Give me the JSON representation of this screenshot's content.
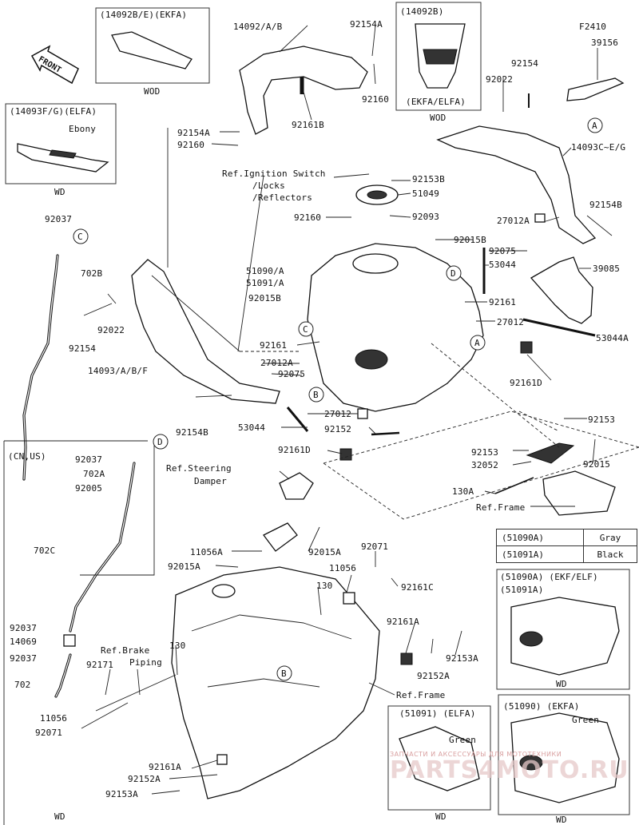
{
  "labels": {
    "kit_14092BE": "(14092B/E)(EKFA)",
    "wod_1": "WOD",
    "p_14092AB": "14092/A/B",
    "p_92154A_top": "92154A",
    "kit_14092B": "(14092B)",
    "kit_14092B_sub": "(EKFA/ELFA)",
    "wod_2": "WOD",
    "p_F2410": "F2410",
    "p_39156": "39156",
    "p_92160_top": "92160",
    "p_92154_tr": "92154",
    "p_92022_tr": "92022",
    "kit_14093FG": "(14093F/G)(ELFA)",
    "ebony": "Ebony",
    "wd_1": "WD",
    "p_92161B": "92161B",
    "p_92154A_l": "92154A",
    "p_92160_l": "92160",
    "p_14093CEG": "14093C~E/G",
    "ref_ign": "Ref.Ignition Switch",
    "ref_locks": "/Locks",
    "ref_refl": "/Reflectors",
    "p_92153B": "92153B",
    "p_51049": "51049",
    "p_92160_c": "92160",
    "p_92093": "92093",
    "p_27012A_r": "27012A",
    "p_92154B_r": "92154B",
    "p_92037_l": "92037",
    "p_92015B_r": "92015B",
    "p_92075_r": "92075",
    "p_53044_r": "53044",
    "p_39085": "39085",
    "p_51090A": "51090/A",
    "p_51091A": "51091/A",
    "p_702B": "702B",
    "p_92015B_l": "92015B",
    "p_92161_r": "92161",
    "p_27012_r": "27012",
    "p_53044A": "53044A",
    "p_92022_l": "92022",
    "p_92154_l": "92154",
    "p_92161_c": "92161",
    "p_27012A_c": "27012A",
    "p_14093ABF": "14093/A/B/F",
    "p_92075_c": "92075",
    "p_92161D_r": "92161D",
    "p_92154B_l": "92154B",
    "p_27012_c": "27012",
    "p_53044_c": "53044",
    "p_92152": "92152",
    "p_92153_r1": "92153",
    "cn_us": "(CN,US)",
    "p_92037_d": "92037",
    "p_702A": "702A",
    "p_92005": "92005",
    "p_92161D_c": "92161D",
    "ref_steer": "Ref.Steering",
    "ref_damper": "Damper",
    "p_92153_r2": "92153",
    "p_32052": "32052",
    "p_92015_r": "92015",
    "p_130A": "130A",
    "ref_frame_1": "Ref.Frame",
    "p_702C": "702C",
    "p_11056A": "11056A",
    "p_92015A_r": "92015A",
    "p_92015A_l": "92015A",
    "p_92071_c": "92071",
    "p_11056_c": "11056",
    "p_130_c": "130",
    "p_92161C": "92161C",
    "kit_51090A_ekf": "(51090A)  (EKF/ELF)",
    "kit_51091A_ekf": "(51091A)",
    "p_92037_b1": "92037",
    "p_14069": "14069",
    "p_92037_b2": "92037",
    "p_702": "702",
    "ref_brake": "Ref.Brake",
    "ref_piping": "Piping",
    "p_130_l": "130",
    "p_92171": "92171",
    "p_92161A_r": "92161A",
    "p_92152A_r": "92152A",
    "p_92153A_r": "92153A",
    "ref_frame_2": "Ref.Frame",
    "p_11056_l": "11056",
    "p_92071_l": "92071",
    "kit_51091_elfa": "(51091)  (ELFA)",
    "green_1": "Green",
    "kit_51090_ekfa": "(51090)  (EKFA)",
    "green_2": "Green",
    "wd_2": "WD",
    "p_92161A_b": "92161A",
    "p_92152A_b": "92152A",
    "p_92153A_b": "92153A",
    "wd_3": "WD",
    "wd_4": "WD",
    "wd_5": "WD",
    "front": "FRONT",
    "callout_A1": "A",
    "callout_A2": "A",
    "callout_B1": "B",
    "callout_B2": "B",
    "callout_C1": "C",
    "callout_C2": "C",
    "callout_D1": "D",
    "callout_D2": "D"
  },
  "color_table": {
    "rows": [
      {
        "part": "(51090A)",
        "color": "Gray"
      },
      {
        "part": "(51091A)",
        "color": "Black"
      }
    ]
  },
  "watermark": {
    "tagline": "ЗАПЧАСТИ И АКСЕССУАРЫ ДЛЯ МОТОТЕХНИКИ",
    "brand": "PARTS4MOTO.RU"
  }
}
